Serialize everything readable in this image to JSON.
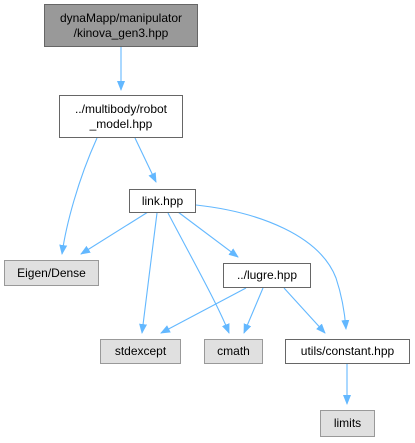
{
  "diagram": {
    "nodes": [
      {
        "id": "root",
        "label": "dynaMapp/manipulator\n/kinova_gen3.hpp",
        "kind": "root"
      },
      {
        "id": "robot_model",
        "label": "../multibody/robot\n_model.hpp",
        "kind": "local"
      },
      {
        "id": "link",
        "label": "link.hpp",
        "kind": "local"
      },
      {
        "id": "eigen",
        "label": "Eigen/Dense",
        "kind": "ext"
      },
      {
        "id": "lugre",
        "label": "../lugre.hpp",
        "kind": "local"
      },
      {
        "id": "stdexcept",
        "label": "stdexcept",
        "kind": "ext"
      },
      {
        "id": "cmath",
        "label": "cmath",
        "kind": "ext"
      },
      {
        "id": "constant",
        "label": "utils/constant.hpp",
        "kind": "local"
      },
      {
        "id": "limits",
        "label": "limits",
        "kind": "ext"
      }
    ],
    "edges": [
      {
        "from": "root",
        "to": "robot_model"
      },
      {
        "from": "robot_model",
        "to": "eigen"
      },
      {
        "from": "robot_model",
        "to": "link"
      },
      {
        "from": "link",
        "to": "eigen"
      },
      {
        "from": "link",
        "to": "lugre"
      },
      {
        "from": "link",
        "to": "constant"
      },
      {
        "from": "link",
        "to": "stdexcept"
      },
      {
        "from": "link",
        "to": "cmath"
      },
      {
        "from": "lugre",
        "to": "stdexcept"
      },
      {
        "from": "lugre",
        "to": "cmath"
      },
      {
        "from": "lugre",
        "to": "constant"
      },
      {
        "from": "constant",
        "to": "limits"
      }
    ],
    "colors": {
      "edge": "#63b8ff",
      "root_fill": "#999999",
      "ext_fill": "#e0e0e0",
      "local_fill": "#ffffff"
    }
  }
}
